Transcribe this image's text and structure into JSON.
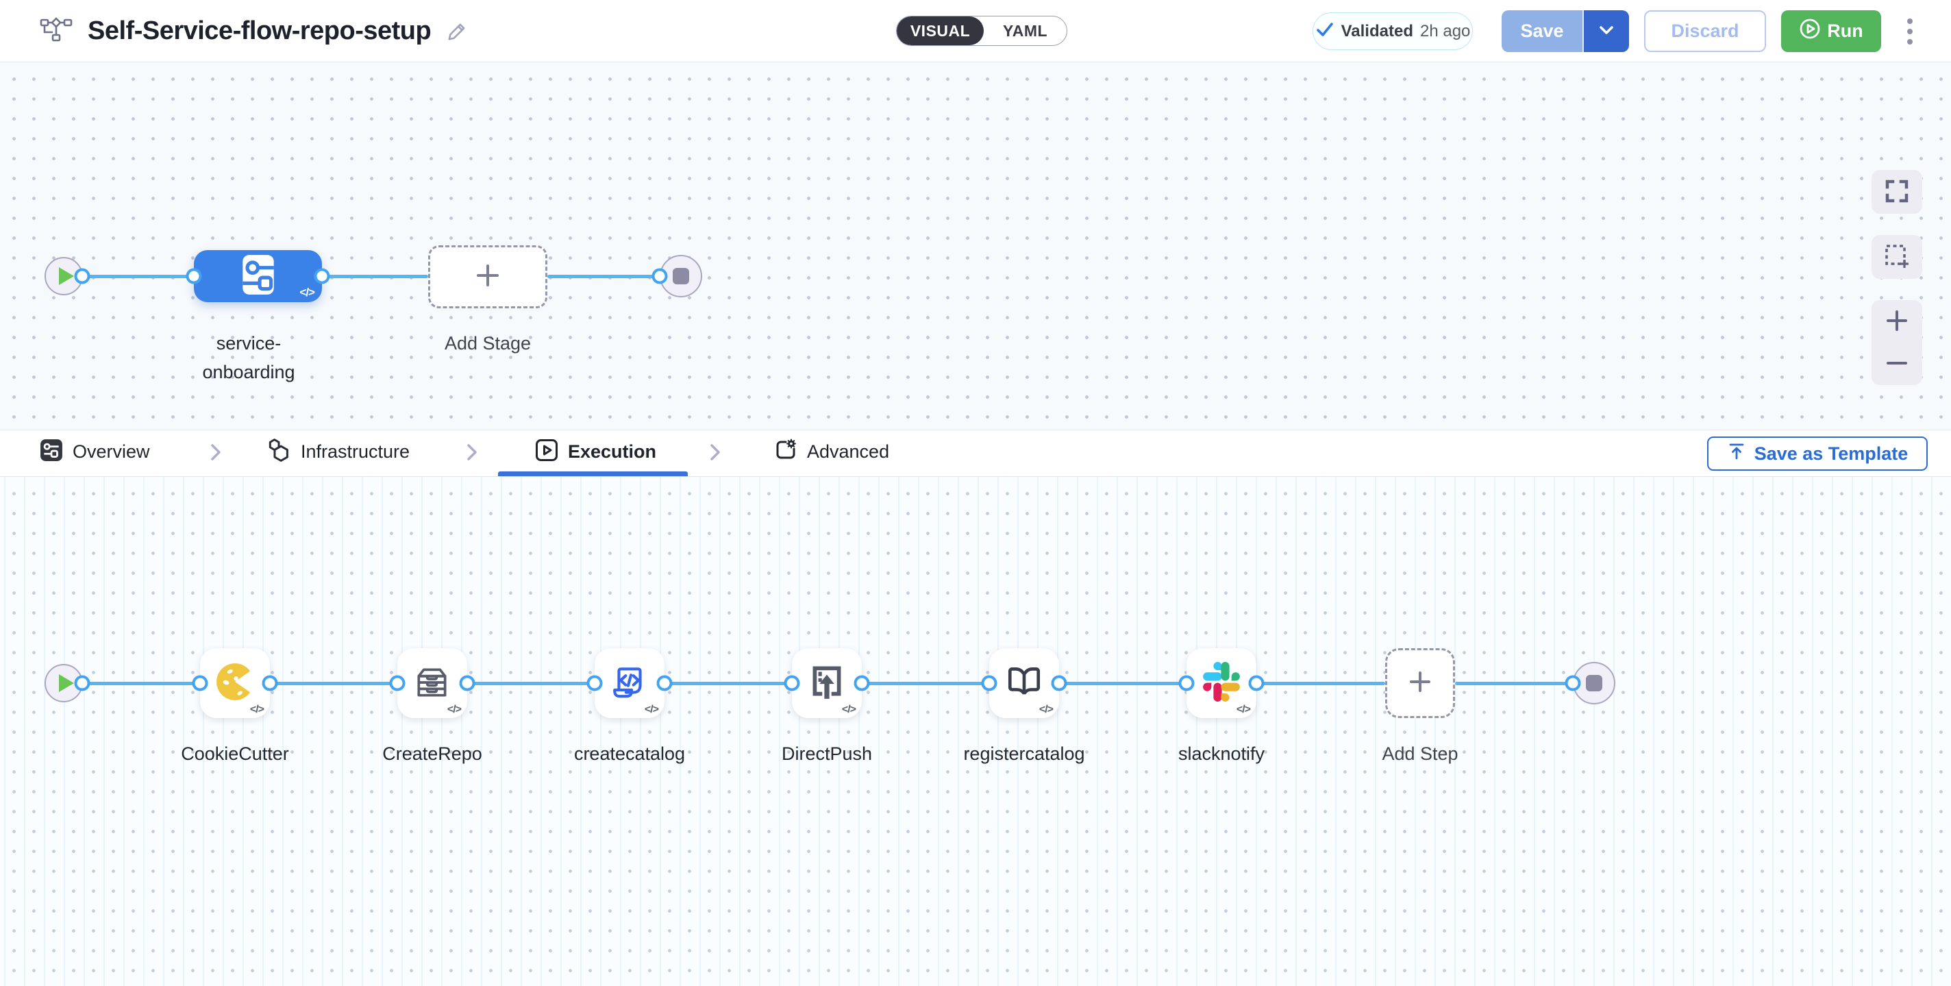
{
  "header": {
    "title": "Self-Service-flow-repo-setup",
    "mode_toggle": {
      "visual": "VISUAL",
      "yaml": "YAML",
      "selected": "VISUAL"
    },
    "validation": {
      "label": "Validated",
      "time": "2h ago"
    },
    "actions": {
      "save": "Save",
      "discard": "Discard",
      "run": "Run"
    }
  },
  "stage_flow": {
    "stage_label_line1": "service-",
    "stage_label_line2": "onboarding",
    "add_stage": "Add Stage"
  },
  "tabs": {
    "items": [
      {
        "label": "Overview",
        "icon": "stage-overview-icon",
        "active": false
      },
      {
        "label": "Infrastructure",
        "icon": "hexagons-icon",
        "active": false
      },
      {
        "label": "Execution",
        "icon": "play-square-icon",
        "active": true
      },
      {
        "label": "Advanced",
        "icon": "file-gear-icon",
        "active": false
      }
    ],
    "save_as_template": "Save as Template"
  },
  "execution_flow": {
    "steps": [
      {
        "label": "CookieCutter",
        "icon": "cookiecutter-icon"
      },
      {
        "label": "CreateRepo",
        "icon": "archive-drawers-icon"
      },
      {
        "label": "createcatalog",
        "icon": "code-scroll-icon"
      },
      {
        "label": "DirectPush",
        "icon": "upload-box-icon"
      },
      {
        "label": "registercatalog",
        "icon": "open-book-icon"
      },
      {
        "label": "slacknotify",
        "icon": "slack-icon"
      }
    ],
    "add_step": "Add Step"
  },
  "icons": {
    "code_badge": "</>"
  },
  "colors": {
    "accent_blue": "#0278d5",
    "stage_blue": "#3b82e8",
    "edge_blue": "#58b5f3",
    "run_green": "#52b45b",
    "slack": [
      "#36C5F0",
      "#2EB67D",
      "#ECB22E",
      "#E01E5A"
    ]
  }
}
